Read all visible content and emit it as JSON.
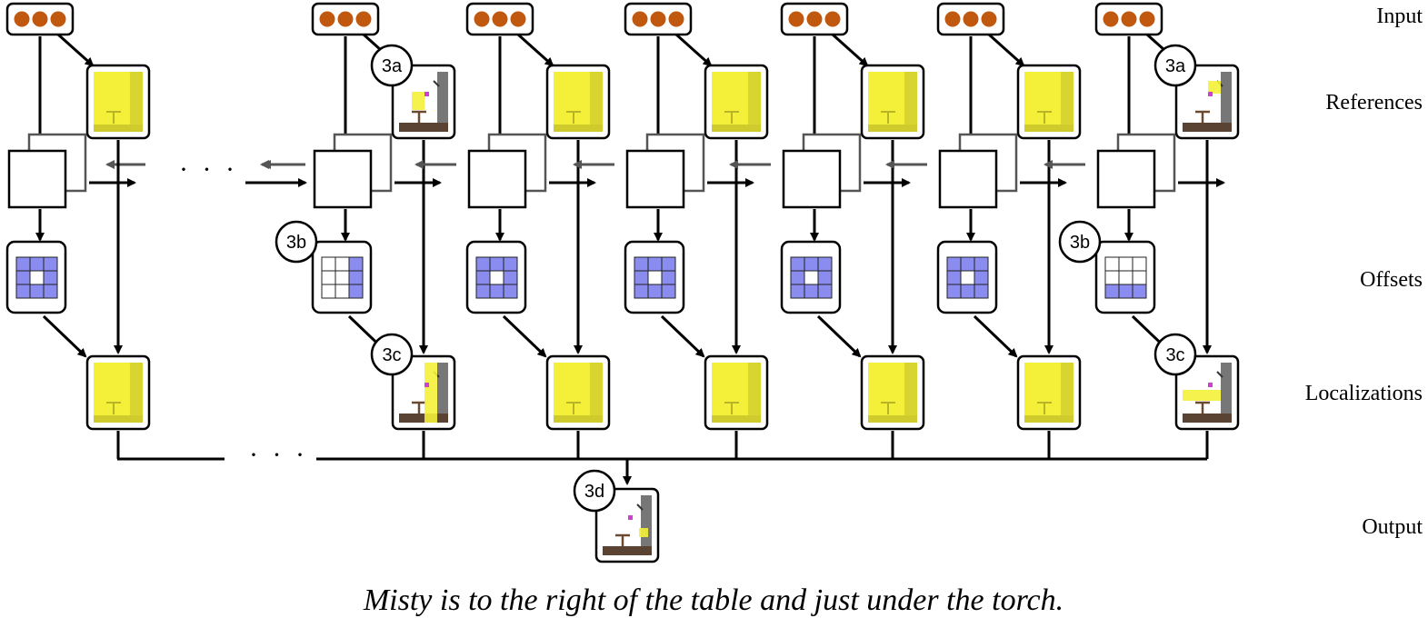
{
  "row_labels": {
    "input": "Input",
    "references": "References",
    "offsets": "Offsets",
    "localizations": "Localizations",
    "output": "Output"
  },
  "badges": {
    "b3a": "3a",
    "b3b": "3b",
    "b3c": "3c",
    "b3d": "3d"
  },
  "ellipsis": "· · ·",
  "caption": "Misty is to the right of the table and just under the torch.",
  "colors": {
    "input_dot": "#c0580f",
    "map_yellow": "#f4f03a",
    "grid_blue": "#8b8cf0",
    "ground": "#5b4334"
  }
}
